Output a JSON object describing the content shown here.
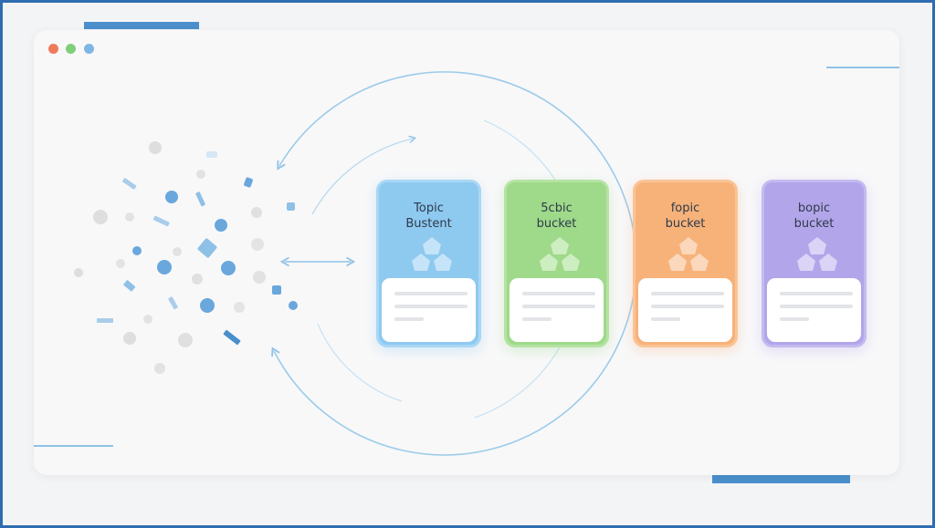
{
  "window": {
    "controls": [
      {
        "name": "close",
        "color": "#ef7a5a"
      },
      {
        "name": "minimize",
        "color": "#7fcf7a"
      },
      {
        "name": "maximize",
        "color": "#7fb6e2"
      }
    ]
  },
  "colors": {
    "frame": "#2f6db0",
    "accent": "#4a8fcc",
    "arrow": "#8fc2e6",
    "particle_blue": "#6aa7dc",
    "particle_gray": "#dcdcdc"
  },
  "buckets": [
    {
      "line1": "Topic",
      "line2": "Bustent",
      "color": "#8ec9f0",
      "border": "#a9d7f5",
      "icon": "#c5e4f8"
    },
    {
      "line1": "5cbic",
      "line2": "bucket",
      "color": "#9fd98a",
      "border": "#b4e3a3",
      "icon": "#cdeec1"
    },
    {
      "line1": "fopic",
      "line2": "bucket",
      "color": "#f7b27a",
      "border": "#f9c497",
      "icon": "#fbd8bc"
    },
    {
      "line1": "bopic",
      "line2": "bucket",
      "color": "#b3a5ea",
      "border": "#c5baf0",
      "icon": "#dcd4f6"
    }
  ]
}
